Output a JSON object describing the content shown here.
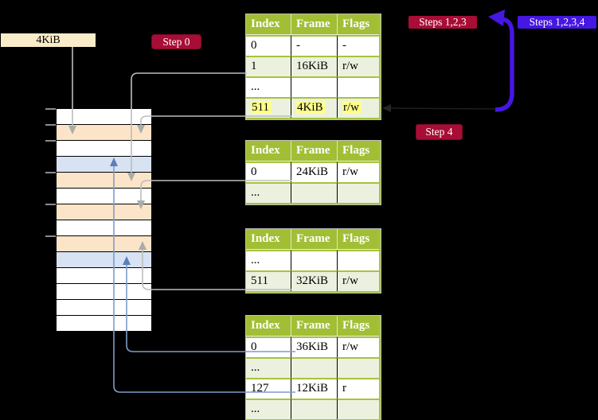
{
  "labels": {
    "frame_size": "4KiB",
    "step0": "Step 0",
    "steps123": "Steps 1,2,3",
    "steps1234": "Steps 1,2,3,4",
    "step4": "Step 4"
  },
  "memory_stack": {
    "rows": [
      "plain",
      "table",
      "plain",
      "page",
      "table",
      "plain",
      "table",
      "plain",
      "table",
      "page",
      "plain",
      "plain",
      "plain",
      "plain"
    ],
    "tick_boundaries": [
      0,
      1,
      2,
      4,
      6,
      8
    ]
  },
  "tables": [
    {
      "name": "page-table-level-1",
      "headers": [
        "Index",
        "Frame",
        "Flags"
      ],
      "rows": [
        {
          "cells": [
            "0",
            "-",
            "-"
          ]
        },
        {
          "cells": [
            "1",
            "16KiB",
            "r/w"
          ]
        },
        {
          "cells": [
            "...",
            "",
            ""
          ]
        },
        {
          "cells": [
            "511",
            "4KiB",
            "r/w"
          ]
        }
      ]
    },
    {
      "name": "page-table-level-2",
      "headers": [
        "Index",
        "Frame",
        "Flags"
      ],
      "rows": [
        {
          "cells": [
            "0",
            "24KiB",
            "r/w"
          ]
        },
        {
          "cells": [
            "...",
            "",
            ""
          ]
        }
      ]
    },
    {
      "name": "page-table-level-3",
      "headers": [
        "Index",
        "Frame",
        "Flags"
      ],
      "rows": [
        {
          "cells": [
            "...",
            "",
            ""
          ]
        },
        {
          "cells": [
            "511",
            "32KiB",
            "r/w"
          ]
        }
      ]
    },
    {
      "name": "page-table-level-4",
      "headers": [
        "Index",
        "Frame",
        "Flags"
      ],
      "rows": [
        {
          "cells": [
            "0",
            "36KiB",
            "r/w"
          ]
        },
        {
          "cells": [
            "...",
            "",
            ""
          ]
        },
        {
          "cells": [
            "127",
            "12KiB",
            "r"
          ]
        },
        {
          "cells": [
            "...",
            "",
            ""
          ]
        }
      ]
    }
  ],
  "colors": {
    "background": "#000000",
    "badge_crimson": "#A80D35",
    "badge_violet": "#4517E2",
    "frame_label_bg": "#FAECC8",
    "table_header_green": "#A1BE35",
    "table_row_green": "#EBF1DE",
    "stack_table_frame": "#FCE4C8",
    "stack_mapped_page": "#D7E2F3",
    "highlight_yellow": "#FFFF8A",
    "connector_gray": "#BDBDBD",
    "connector_blue": "#7D9CC9",
    "big_arrow_violet": "#4517E2"
  }
}
